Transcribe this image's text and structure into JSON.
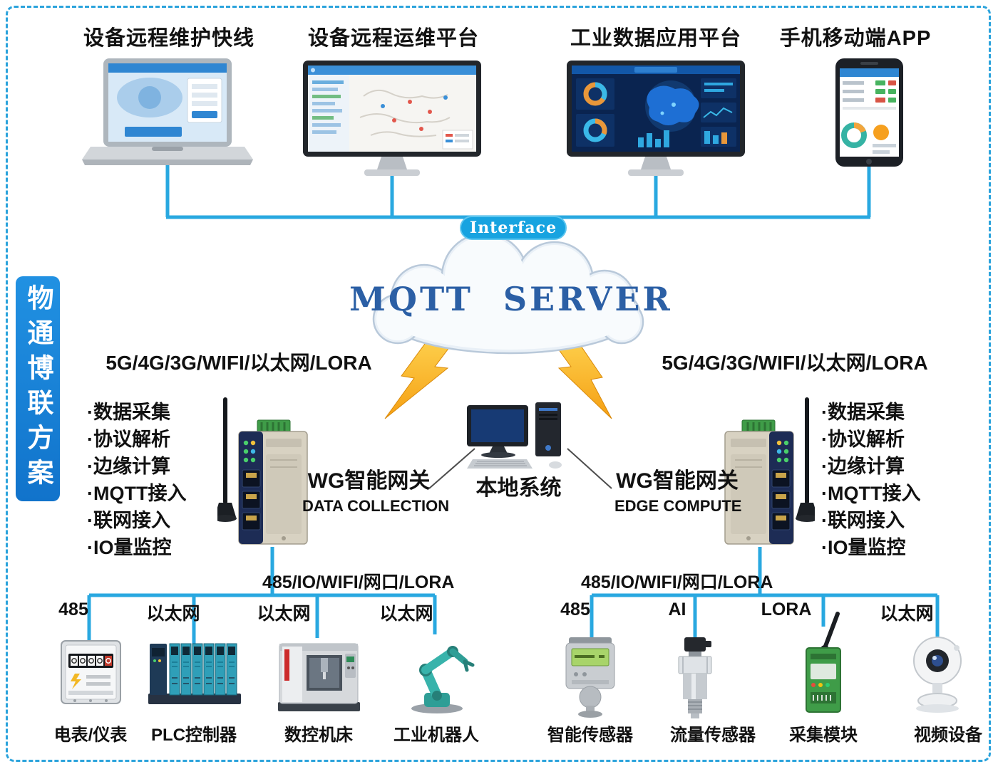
{
  "banner": {
    "text": "物通博联方案"
  },
  "top": {
    "devices": [
      {
        "label": "设备远程维护快线"
      },
      {
        "label": "设备远程运维平台"
      },
      {
        "label": "工业数据应用平台"
      },
      {
        "label": "手机移动端APP"
      }
    ]
  },
  "network": {
    "interface_label": "Interface",
    "server_label": "MQTT SERVER",
    "uplink_left": "5G/4G/3G/WIFI/以太网/LORA",
    "uplink_right": "5G/4G/3G/WIFI/以太网/LORA"
  },
  "gateways": {
    "left": {
      "title": "WG智能网关",
      "subtitle": "DATA COLLECTION",
      "downlink": "485/IO/WIFI/网口/LORA"
    },
    "right": {
      "title": "WG智能网关",
      "subtitle": "EDGE COMPUTE",
      "downlink": "485/IO/WIFI/网口/LORA"
    }
  },
  "local_system": {
    "label": "本地系统"
  },
  "features": {
    "left": [
      "·数据采集",
      "·协议解析",
      "·边缘计算",
      "·MQTT接入",
      "·联网接入",
      "·IO量监控"
    ],
    "right": [
      "·数据采集",
      "·协议解析",
      "·边缘计算",
      "·MQTT接入",
      "·联网接入",
      "·IO量监控"
    ]
  },
  "devices": {
    "left": [
      {
        "connection": "485",
        "label": "电表/仪表"
      },
      {
        "connection": "以太网",
        "label": "PLC控制器"
      },
      {
        "connection": "以太网",
        "label": "数控机床"
      },
      {
        "connection": "以太网",
        "label": "工业机器人"
      }
    ],
    "right": [
      {
        "connection": "485",
        "label": "智能传感器"
      },
      {
        "connection": "AI",
        "label": "流量传感器"
      },
      {
        "connection": "LORA",
        "label": "采集模块"
      },
      {
        "connection": "以太网",
        "label": "视频设备"
      }
    ]
  },
  "colors": {
    "connector": "#29a8e0",
    "border": "#2ba3dc",
    "banner_bg": "#1583d6",
    "interface_bg": "#17a3e0",
    "server_text": "#2b5fa5",
    "lightning": "#f6a01f"
  }
}
